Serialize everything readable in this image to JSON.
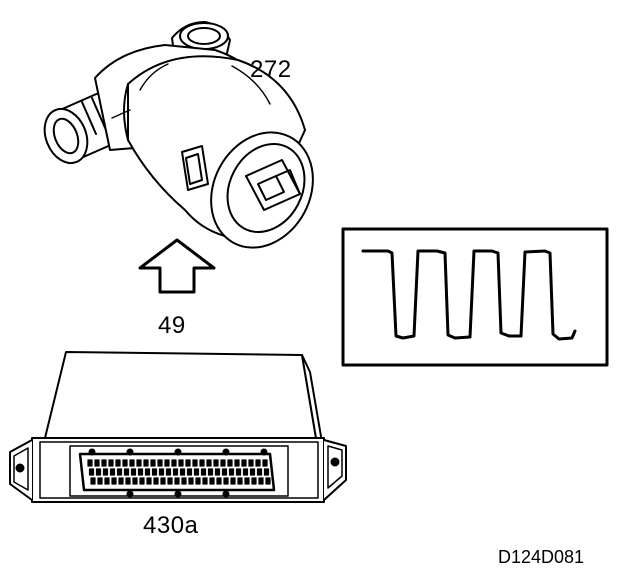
{
  "labels": {
    "valve": "272",
    "signal": "49",
    "ecu": "430a",
    "figure_code": "D124D081"
  },
  "waveform": {
    "type": "square-wave",
    "pulses": 3
  }
}
